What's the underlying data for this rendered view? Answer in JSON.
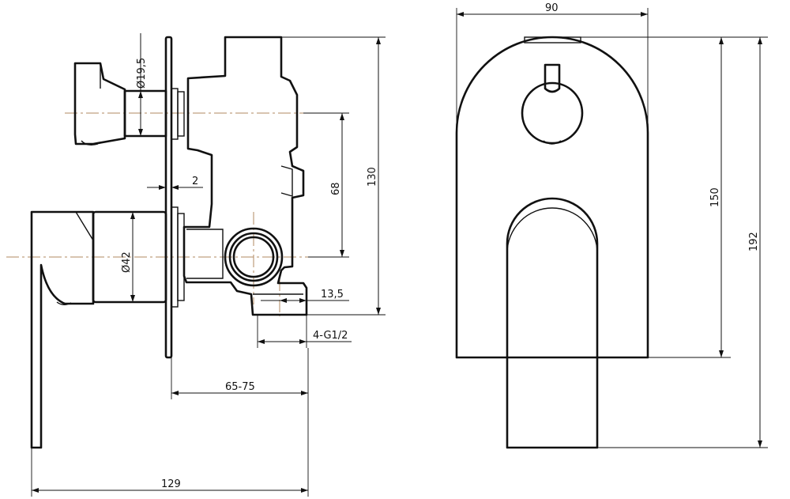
{
  "dimensions": {
    "d_19_5": "Ø19,5",
    "d_2": "2",
    "d_68": "68",
    "d_130": "130",
    "d_42": "Ø42",
    "d_13_5": "13,5",
    "d_g12": "4-G1/2",
    "d_65_75": "65-75",
    "d_129": "129",
    "d_90": "90",
    "d_150": "150",
    "d_192": "192"
  },
  "colors": {
    "line": "#111111",
    "centerline": "#b08a60",
    "background": "#ffffff"
  }
}
